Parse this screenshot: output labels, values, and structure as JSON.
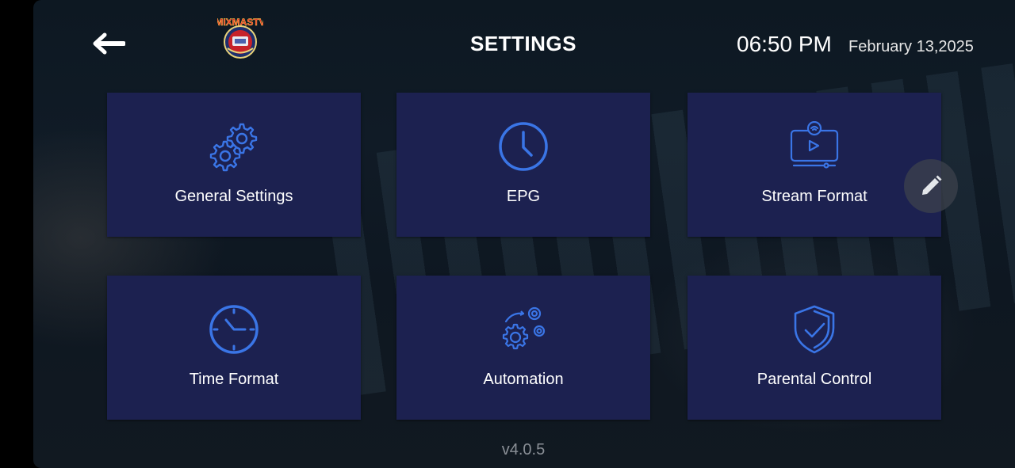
{
  "header": {
    "back_icon": "arrow-left-icon",
    "logo_text": "MIXMASTV",
    "title": "SETTINGS",
    "time": "06:50 PM",
    "date": "February 13,2025"
  },
  "tiles": [
    {
      "label": "General Settings",
      "icon": "gears-icon"
    },
    {
      "label": "EPG",
      "icon": "clock-icon"
    },
    {
      "label": "Stream Format",
      "icon": "stream-tv-icon"
    },
    {
      "label": "Time Format",
      "icon": "time-format-clock-icon"
    },
    {
      "label": "Automation",
      "icon": "automation-gears-icon"
    },
    {
      "label": "Parental Control",
      "icon": "shield-check-icon"
    }
  ],
  "edit_button_icon": "pencil-icon",
  "footer": {
    "version": "v4.0.5"
  },
  "colors": {
    "tile_bg": "#1c2150",
    "icon_blue": "#3a75e6",
    "version_text": "#8a8f96"
  }
}
